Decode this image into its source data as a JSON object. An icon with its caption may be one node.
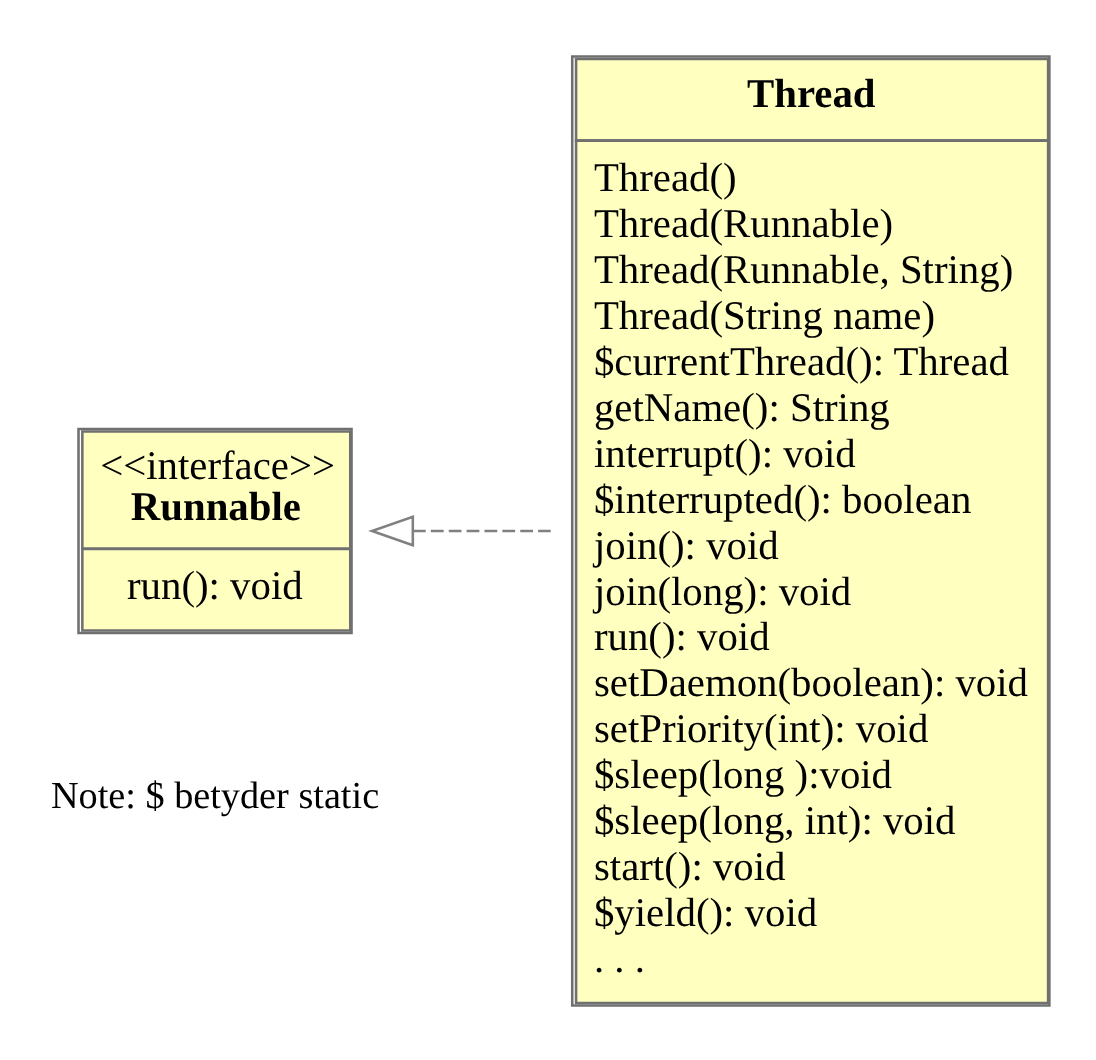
{
  "diagram": {
    "nodes": [
      {
        "text": [
          "<<interface>>",
          "Runnable",
          "run(): void"
        ]
      },
      {
        "text": [
          "Thread",
          "Thread()",
          "Thread(Runnable)",
          "Thread(Runnable, String)",
          "Thread(String name)",
          "$currentThread(): Thread",
          "getName(): String",
          "interrupt(): void",
          "$interrupted(): boolean",
          "join(): void",
          "join(long): void",
          "run(): void",
          "setDaemon(boolean): void",
          "setPriority(int): void",
          "$sleep(long ):void",
          "$sleep(long, int): void",
          "start(): void",
          "$yield(): void",
          ". . ."
        ]
      }
    ],
    "edges": [
      {
        "from": 1,
        "to": 0,
        "arrow": "to",
        "style": "dashed"
      }
    ],
    "labels": [
      "Note: $ betyder static"
    ]
  }
}
